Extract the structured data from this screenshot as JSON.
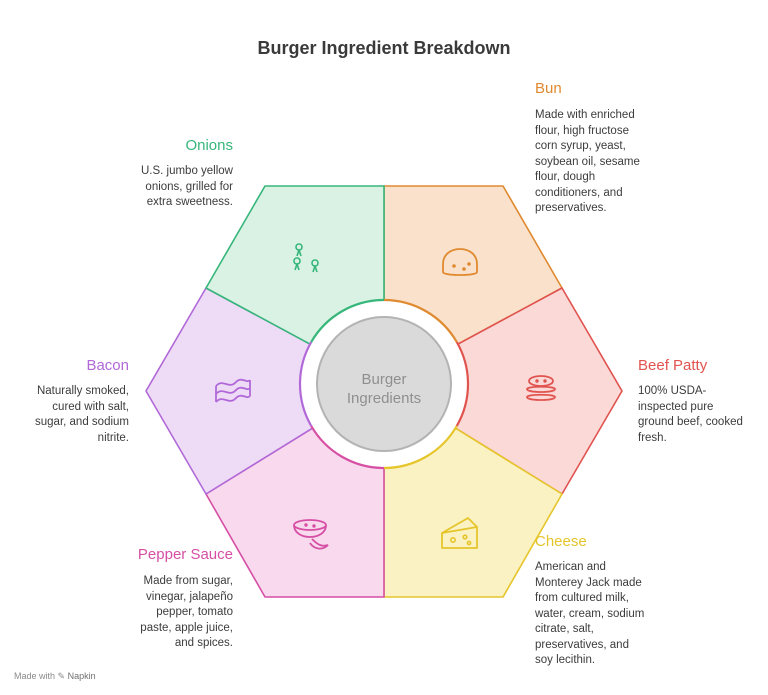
{
  "title": "Burger Ingredient Breakdown",
  "center": {
    "line1": "Burger",
    "line2": "Ingredients"
  },
  "segments": [
    {
      "label": "Bun",
      "color": "#e08a30",
      "fill": "#f9e1cc",
      "icon": "bun-icon",
      "desc": [
        "Made with enriched",
        "flour, high fructose",
        "corn syrup, yeast,",
        "soybean oil, sesame",
        "flour, dough",
        "conditioners, and",
        "preservatives."
      ]
    },
    {
      "label": "Beef Patty",
      "color": "#e0534f",
      "fill": "#fad9d7",
      "icon": "patty-stack-icon",
      "desc": [
        "100% USDA-",
        "inspected pure",
        "ground beef, cooked",
        "fresh."
      ]
    },
    {
      "label": "Cheese",
      "color": "#e6c52b",
      "fill": "#faf2c3",
      "icon": "cheese-icon",
      "desc": [
        "American and",
        "Monterey Jack made",
        "from cultured milk,",
        "water, cream, sodium",
        "citrate, salt,",
        "preservatives, and",
        "soy lecithin."
      ]
    },
    {
      "label": "Pepper Sauce",
      "color": "#d64fa4",
      "fill": "#f9d9ed",
      "icon": "sauce-bowl-icon",
      "desc": [
        "Made from sugar,",
        "vinegar, jalapeño",
        "pepper, tomato",
        "paste, apple juice,",
        "and spices."
      ]
    },
    {
      "label": "Bacon",
      "color": "#b169d8",
      "fill": "#eedcf7",
      "icon": "bacon-icon",
      "desc": [
        "Naturally smoked,",
        "cured with salt,",
        "sugar, and sodium",
        "nitrite."
      ]
    },
    {
      "label": "Onions",
      "color": "#36b67a",
      "fill": "#d9f2e4",
      "icon": "onions-icon",
      "desc": [
        "U.S. jumbo yellow",
        "onions, grilled for",
        "extra sweetness."
      ]
    }
  ],
  "footer": {
    "prefix": "Made with",
    "brand": "Napkin"
  }
}
